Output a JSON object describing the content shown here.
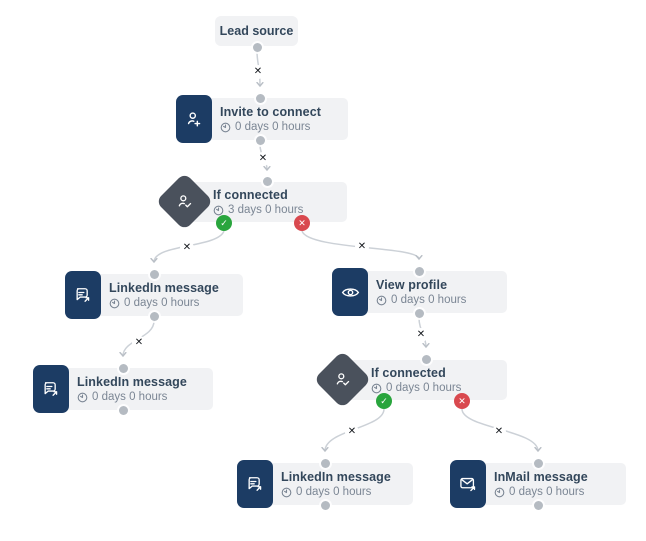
{
  "glyphs": {
    "check": "✓",
    "cross": "✕",
    "edge_delete": "✕"
  },
  "colors": {
    "icon_box": "#1c3c64",
    "condition_diamond": "#4a515c",
    "card_background": "#f1f2f4",
    "title_text": "#33475b",
    "delay_text": "#7b8694",
    "edge_line": "#ccd1d7",
    "port_dot": "#b5bbc2",
    "success_port": "#29a53d",
    "failure_port": "#d9494f"
  },
  "nodes": {
    "lead_source": {
      "title": "Lead source"
    },
    "invite_to_connect": {
      "title": "Invite to connect",
      "delay": "0 days 0 hours",
      "icon": "user-plus-icon"
    },
    "if_connected_1": {
      "title": "If connected",
      "delay": "3 days 0 hours",
      "icon": "user-check-icon"
    },
    "linkedin_message_1": {
      "title": "LinkedIn message",
      "delay": "0 days 0 hours",
      "icon": "chat-message-icon"
    },
    "linkedin_message_2": {
      "title": "LinkedIn message",
      "delay": "0 days 0 hours",
      "icon": "chat-message-icon"
    },
    "view_profile": {
      "title": "View profile",
      "delay": "0 days 0 hours",
      "icon": "eye-icon"
    },
    "if_connected_2": {
      "title": "If connected",
      "delay": "0 days 0 hours",
      "icon": "user-check-icon"
    },
    "linkedin_message_3": {
      "title": "LinkedIn message",
      "delay": "0 days 0 hours",
      "icon": "chat-message-icon"
    },
    "inmail_message": {
      "title": "InMail message",
      "delay": "0 days 0 hours",
      "icon": "inmail-envelope-icon"
    }
  }
}
